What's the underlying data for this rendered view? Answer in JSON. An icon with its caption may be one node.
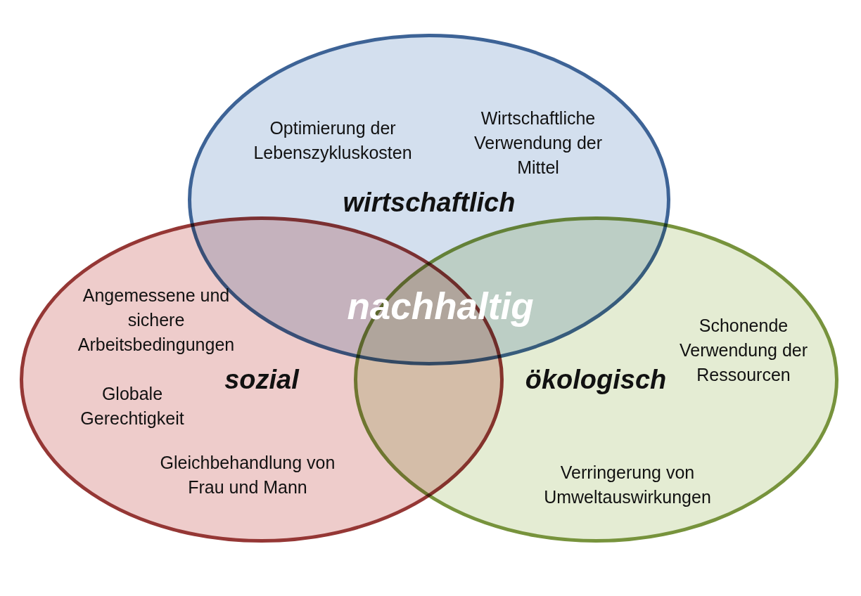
{
  "diagram": {
    "nodes": [
      {
        "text": [
          "Optimierung der Lebenszykluskosten",
          "Wirtschaftliche Verwendung der Mittel",
          "wirtschaftlich"
        ]
      },
      {
        "text": [
          "Angemessene und sichere Arbeitsbedingungen",
          "sozial",
          "Globale Gerechtigkeit",
          "Gleichbehandlung von Frau und Mann"
        ]
      },
      {
        "text": [
          "Schonende Verwendung der Ressourcen",
          "ökologisch",
          "Verringerung von Umweltauswirkungen"
        ]
      }
    ],
    "labels": [
      "nachhaltig"
    ]
  }
}
